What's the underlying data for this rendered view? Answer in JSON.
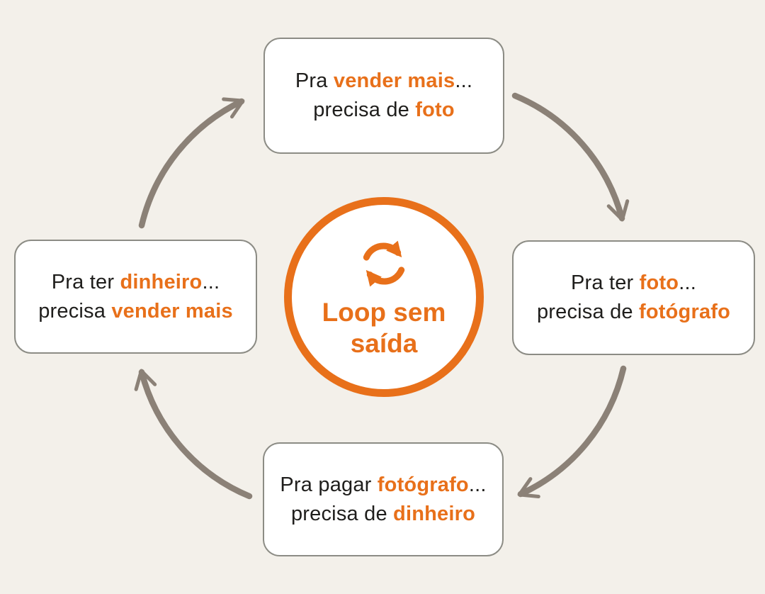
{
  "palette": {
    "background": "#F3F0EA",
    "box_fill": "#FFFFFF",
    "box_border": "#8C8C85",
    "text_dark": "#1F1E1C",
    "accent_orange": "#E8701A",
    "arrow_gray": "#8B8177"
  },
  "center": {
    "icon": "sync-refresh-icon",
    "label_lines": [
      "Loop sem",
      "saída"
    ]
  },
  "nodes": [
    {
      "id": "top",
      "lines": [
        [
          {
            "t": "Pra ",
            "h": false
          },
          {
            "t": "vender mais",
            "h": true
          },
          {
            "t": "...",
            "h": false
          }
        ],
        [
          {
            "t": "precisa de ",
            "h": false
          },
          {
            "t": "foto",
            "h": true
          }
        ]
      ]
    },
    {
      "id": "right",
      "lines": [
        [
          {
            "t": "Pra ter ",
            "h": false
          },
          {
            "t": "foto",
            "h": true
          },
          {
            "t": "...",
            "h": false
          }
        ],
        [
          {
            "t": "precisa de ",
            "h": false
          },
          {
            "t": "fotógrafo",
            "h": true
          }
        ]
      ]
    },
    {
      "id": "bottom",
      "lines": [
        [
          {
            "t": "Pra pagar ",
            "h": false
          },
          {
            "t": "fotógrafo",
            "h": true
          },
          {
            "t": "...",
            "h": false
          }
        ],
        [
          {
            "t": "precisa de ",
            "h": false
          },
          {
            "t": "dinheiro",
            "h": true
          }
        ]
      ]
    },
    {
      "id": "left",
      "lines": [
        [
          {
            "t": "Pra ter ",
            "h": false
          },
          {
            "t": "dinheiro",
            "h": true
          },
          {
            "t": "...",
            "h": false
          }
        ],
        [
          {
            "t": "precisa ",
            "h": false
          },
          {
            "t": "vender mais",
            "h": true
          }
        ]
      ]
    }
  ],
  "arrows": [
    {
      "from": "left",
      "to": "top"
    },
    {
      "from": "top",
      "to": "right"
    },
    {
      "from": "right",
      "to": "bottom"
    },
    {
      "from": "bottom",
      "to": "left"
    }
  ]
}
